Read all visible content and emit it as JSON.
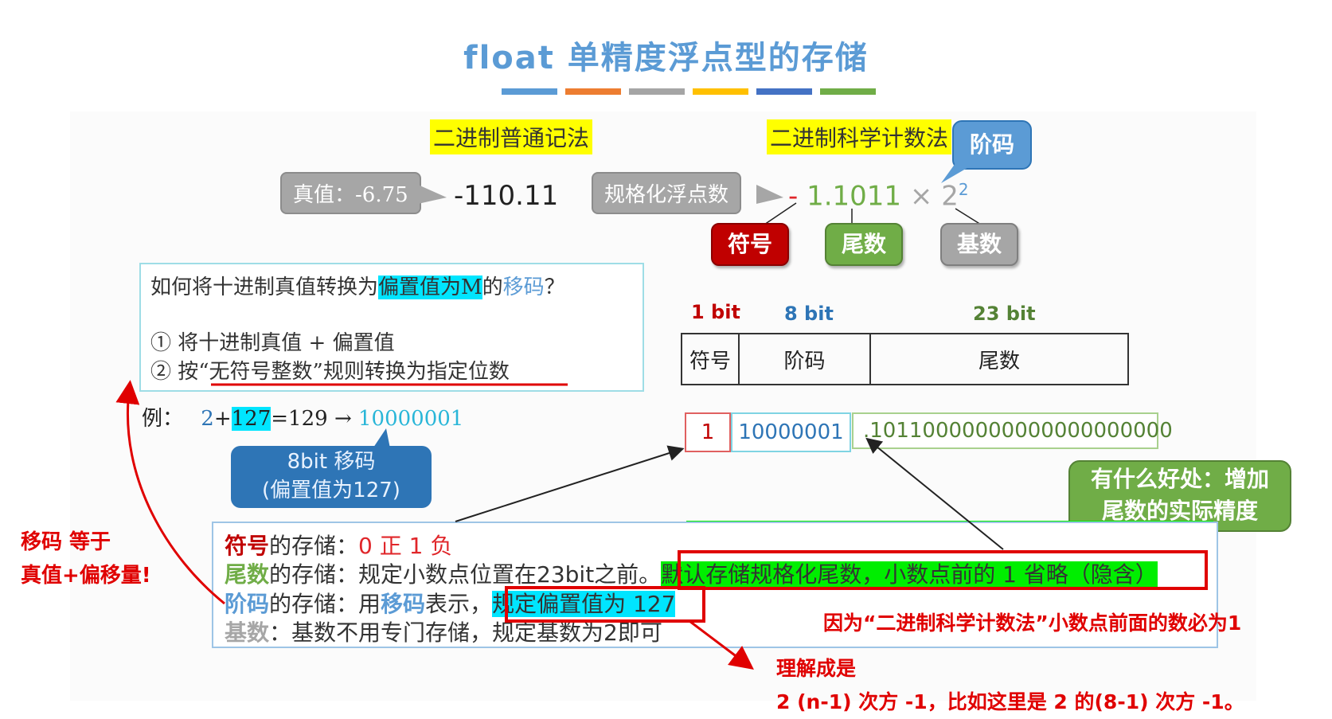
{
  "title": "float 单精度浮点型的存储",
  "title_bar_colors": [
    "#5b9bd5",
    "#ed7d31",
    "#a5a5a5",
    "#ffc000",
    "#4472c4",
    "#70ad47"
  ],
  "headers": {
    "normal": "二进制普通记法",
    "scientific": "二进制科学计数法"
  },
  "true_value": {
    "label": "真值：-6.75",
    "binary": "-110.11"
  },
  "normalized": {
    "label": "规格化浮点数",
    "sign": "-",
    "mantissa": "1.1011",
    "times": "×",
    "base": "2",
    "exponent": "2"
  },
  "labels": {
    "exponent": "阶码",
    "sign": "符号",
    "mantissa": "尾数",
    "base": "基数"
  },
  "conversion": {
    "question_pre": "如何将十进制真值转换为",
    "question_hl": "偏置值为M",
    "question_mid": "的",
    "question_term": "移码",
    "question_end": "？",
    "step1": "① 将十进制真值 + 偏置值",
    "step2_pre": "② 按",
    "step2_quote": "“无符号整数”",
    "step2_end": "规则转换为指定位数"
  },
  "example": {
    "prefix": "例：",
    "a": "2",
    "plus": "+",
    "b": "127",
    "eq": "=129",
    "arrow": "→",
    "result": "10000001"
  },
  "callout_8bit": {
    "line1": "8bit 移码",
    "line2": "(偏置值为127)"
  },
  "bits": {
    "sign_bits": "1 bit",
    "exp_bits": "8 bit",
    "man_bits": "23 bit",
    "sign_cell": "符号",
    "exp_cell": "阶码",
    "man_cell": "尾数"
  },
  "values": {
    "sign": "1",
    "exp": "10000001",
    "man": ".10110000000000000000000"
  },
  "benefit": {
    "line1": "有什么好处：增加",
    "line2": "尾数的实际精度"
  },
  "storage": {
    "sign_term": "符号",
    "sign_text": "的存储：",
    "sign_value": "0 正 1 负",
    "man_term": "尾数",
    "man_text": "的存储：规定小数点位置在23bit之前。",
    "man_box": "默认存储规格化尾数，小数点前的 1 省略（隐含）",
    "exp_term": "阶码",
    "exp_text1": "的存储：用",
    "exp_term2": "移码",
    "exp_text2": "表示，",
    "exp_box": "规定偏置值为 127",
    "base_term": "基数",
    "base_text": "：基数不用专门存储，规定基数为2即可"
  },
  "notes": {
    "left_line1": "移码 等于",
    "left_line2": "真值+偏移量!",
    "implicit": "因为“二进制科学计数法”小数点前面的数必为1",
    "understand1": "理解成是",
    "understand2": "2 (n-1) 次方 -1，比如这里是 2 的(8-1) 次方 -1。"
  }
}
